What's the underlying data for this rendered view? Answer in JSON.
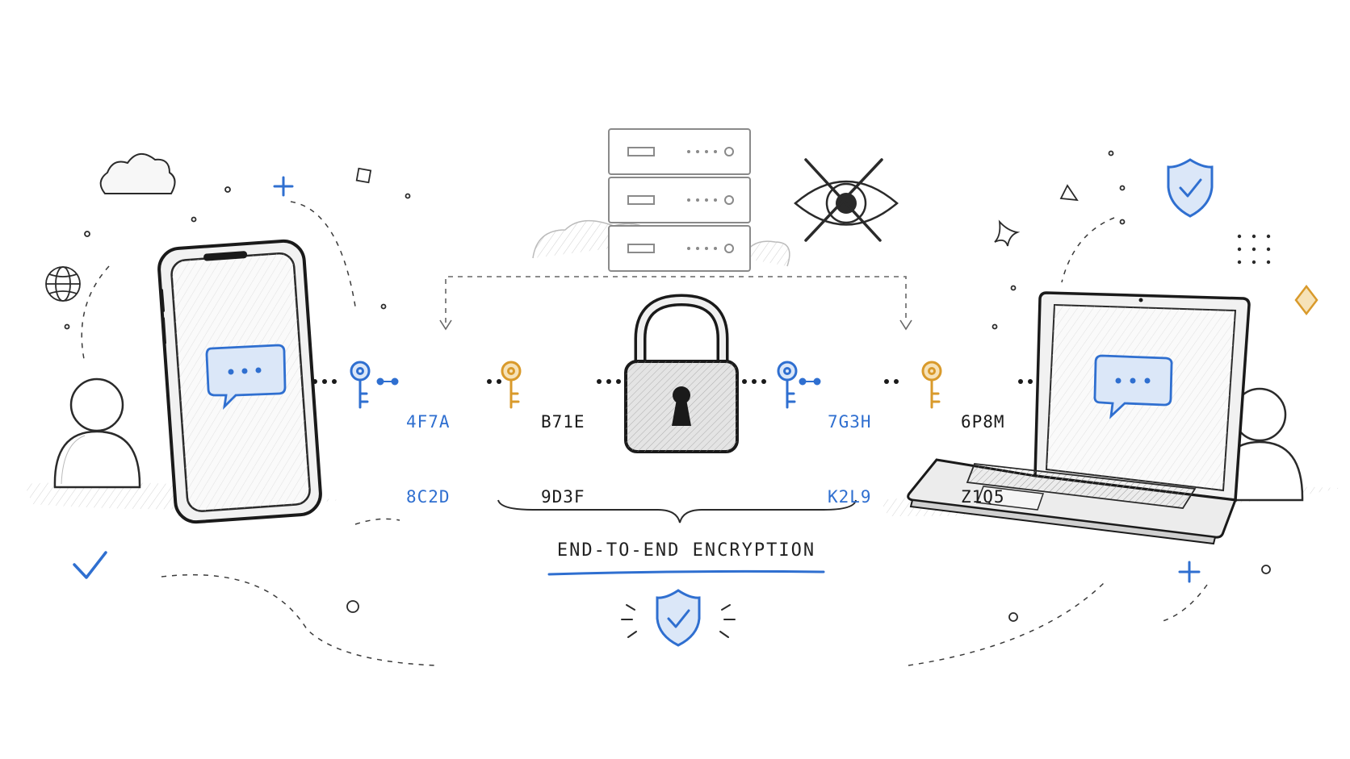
{
  "caption": "END-TO-END ENCRYPTION",
  "codes": [
    {
      "line1": "4F7A",
      "line2": "8C2D"
    },
    {
      "line1": "B71E",
      "line2": "9D3F"
    },
    {
      "line1": "7G3H",
      "line2": "K2L9"
    },
    {
      "line1": "6P8M",
      "line2": "Z1Q5"
    }
  ],
  "colors": {
    "ink": "#2a2a2a",
    "accent_blue": "#2f6fd0",
    "accent_gold": "#d99a2b",
    "light_blue_fill": "#dbe7f8",
    "grey": "#9a9a9a"
  },
  "icons": [
    "cloud-icon",
    "globe-icon",
    "shield-check-icon",
    "crossed-eye-icon",
    "server-icon",
    "padlock-icon",
    "key-icon",
    "chat-bubble-icon",
    "user-icon",
    "phone-icon",
    "laptop-icon"
  ]
}
